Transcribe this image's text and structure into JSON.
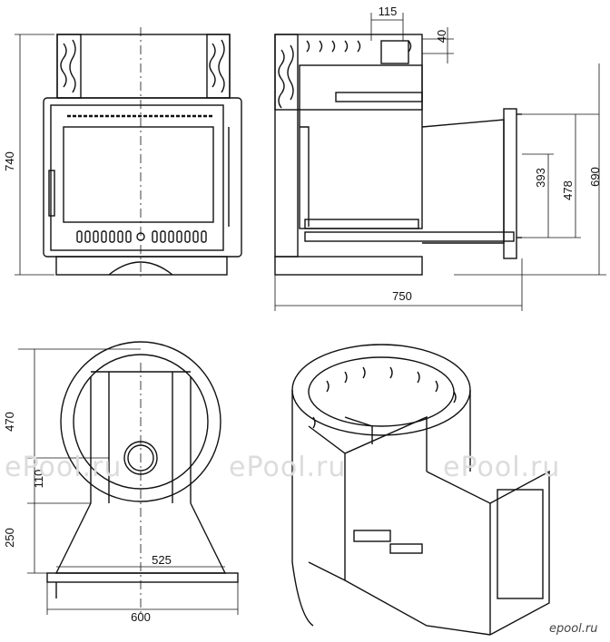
{
  "dimensions": {
    "front_height": "740",
    "side_top_width": "115",
    "side_top_offset": "40",
    "side_h1": "393",
    "side_h2": "478",
    "side_h3": "690",
    "side_length": "750",
    "top_h1": "470",
    "top_h2": "110",
    "top_h3": "250",
    "top_w1": "525",
    "top_w2": "600"
  },
  "watermark": "ePool.ru",
  "logo": "epool.ru",
  "colors": {
    "line": "#111111",
    "watermark": "#dcdcdc"
  }
}
